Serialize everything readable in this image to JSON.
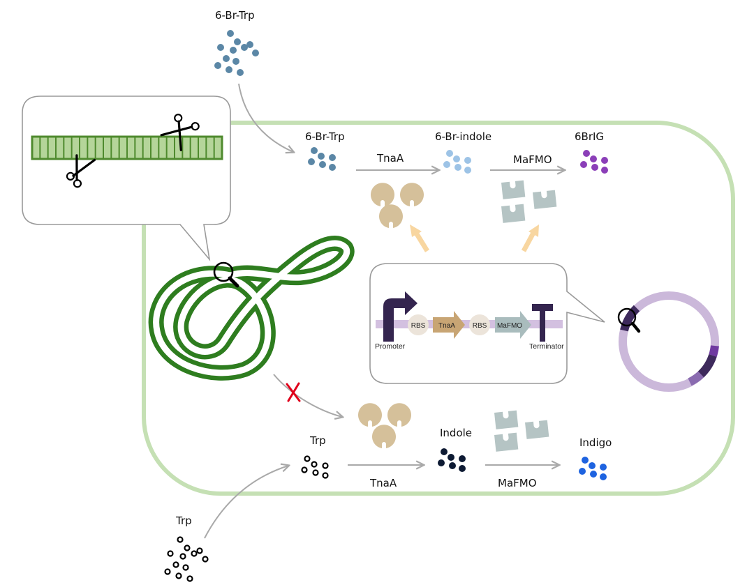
{
  "labels": {
    "ext_6br_trp": "6-Br-Trp",
    "int_6br_trp": "6-Br-Trp",
    "br_indole": "6-Br-indole",
    "br_ig": "6BrIG",
    "tnaA_top": "TnaA",
    "mafmo_top": "MaFMO",
    "trp_int": "Trp",
    "indole": "Indole",
    "indigo": "Indigo",
    "tnaA_bottom": "TnaA",
    "mafmo_bottom": "MaFMO",
    "trp_ext": "Trp"
  },
  "construct": {
    "promoter": "Promoter",
    "rbs1": "RBS",
    "gene1": "TnaA",
    "rbs2": "RBS",
    "gene2": "MaFMO",
    "terminator": "Terminator"
  },
  "colors": {
    "cell_border": "#c5e0b4",
    "genome": "#2e7d1f",
    "gene_bar_fill": "#b5d59a",
    "gene_bar_stroke": "#4f8a2e",
    "br_trp": "#5b87a6",
    "br_indole": "#9dc3e6",
    "br_ig": "#8b3fb8",
    "indole": "#0d1a33",
    "indigo": "#1e63e0",
    "tnaA_enzyme": "#d5c09a",
    "mafmo_enzyme": "#b5c4c4",
    "expression_arrow": "#f8d6a0",
    "plasmid": "#cbb8da",
    "plasmid_dark": "#3e2a5c",
    "plasmid_purple": "#6f3aa0",
    "promoter": "#34254f",
    "backbone": "#d3c0e0",
    "rbs": "#ece4da",
    "tnaA_gene": "#c8a574",
    "mafmo_gene": "#a9bcbd",
    "block_x": "#e0001b",
    "flow_arrow": "#a9a9a9"
  },
  "icons": [
    "scissors-icon",
    "scissors-icon",
    "magnifier-icon",
    "magnifier-icon",
    "block-x-icon"
  ]
}
